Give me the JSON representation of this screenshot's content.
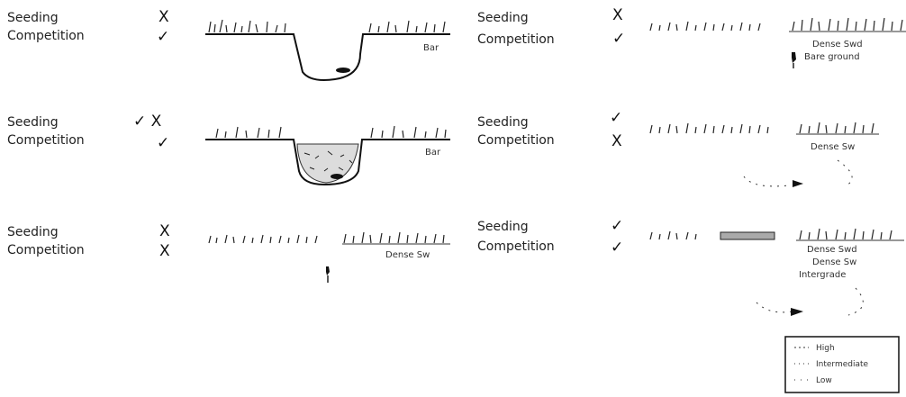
{
  "labels": {
    "seeding": "Seeding",
    "competition": "Competition"
  },
  "marks": {
    "check": "✓",
    "cross": "X"
  },
  "panels": [
    {
      "id": "p1",
      "seeding_marks": "X",
      "competition_marks": "✓",
      "ground_label": "Bar"
    },
    {
      "id": "p2",
      "seeding_marks": "✓ X",
      "competition_marks": "✓",
      "ground_label": "Bar"
    },
    {
      "id": "p3",
      "seeding_marks": "X",
      "competition_marks": "X",
      "ground_label": "Dense Sw"
    },
    {
      "id": "p4",
      "seeding_marks": "X",
      "competition_marks": "✓",
      "ground_label": "Dense Swd",
      "ground_label_2": "Bare ground"
    },
    {
      "id": "p5",
      "seeding_marks": "✓",
      "competition_marks": "X",
      "ground_label": "Dense Sw"
    },
    {
      "id": "p6",
      "seeding_marks": "✓",
      "competition_marks": "✓",
      "ground_label": "Dense Swd",
      "ground_label_2": "Dense Sw",
      "ground_label_3": "Intergrade"
    }
  ],
  "legend": {
    "items": [
      "High",
      "Intermediate",
      "Low"
    ]
  }
}
